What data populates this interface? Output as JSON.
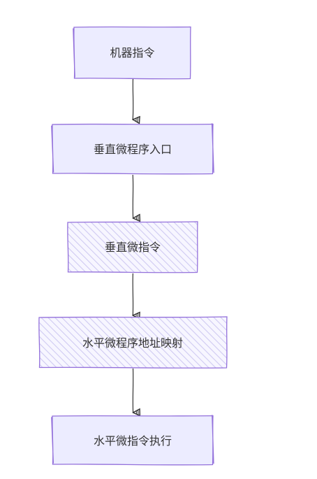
{
  "diagram": {
    "type": "flowchart",
    "direction": "top-to-bottom",
    "nodes": [
      {
        "id": "n1",
        "label": "机器指令",
        "style": "solid"
      },
      {
        "id": "n2",
        "label": "垂直微程序入口",
        "style": "solid"
      },
      {
        "id": "n3",
        "label": "垂直微指令",
        "style": "hatched"
      },
      {
        "id": "n4",
        "label": "水平微程序地址映射",
        "style": "hatched"
      },
      {
        "id": "n5",
        "label": "水平微指令执行",
        "style": "solid"
      }
    ],
    "edges": [
      {
        "from": "n1",
        "to": "n2"
      },
      {
        "from": "n2",
        "to": "n3"
      },
      {
        "from": "n3",
        "to": "n4"
      },
      {
        "from": "n4",
        "to": "n5"
      }
    ],
    "colors": {
      "node_fill": "#ececff",
      "node_stroke": "#9370db",
      "hatch": "#c9c5f0",
      "edge": "#333333",
      "text": "#333333"
    }
  }
}
